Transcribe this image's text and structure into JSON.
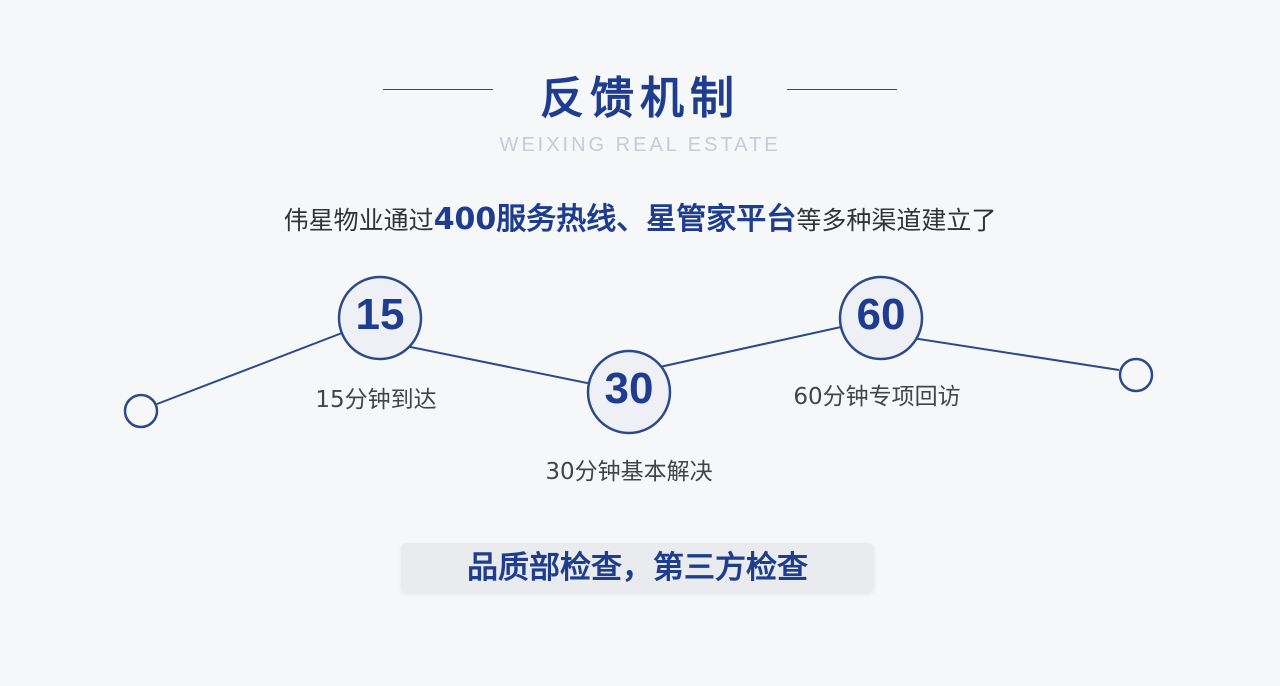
{
  "title": "反馈机制",
  "subtitle": "WEIXING REAL ESTATE",
  "intro": {
    "pre": "伟星物业通过",
    "hl1": "400服务热线、星管家平台",
    "post": "等多种渠道建立了"
  },
  "milestones": [
    {
      "number": "15",
      "label": "15分钟到达"
    },
    {
      "number": "30",
      "label": "30分钟基本解决"
    },
    {
      "number": "60",
      "label": "60分钟专项回访"
    }
  ],
  "footer": "品质部检查，第三方检查",
  "colors": {
    "accent": "#1f3d8f",
    "line": "#2a4a8a"
  }
}
